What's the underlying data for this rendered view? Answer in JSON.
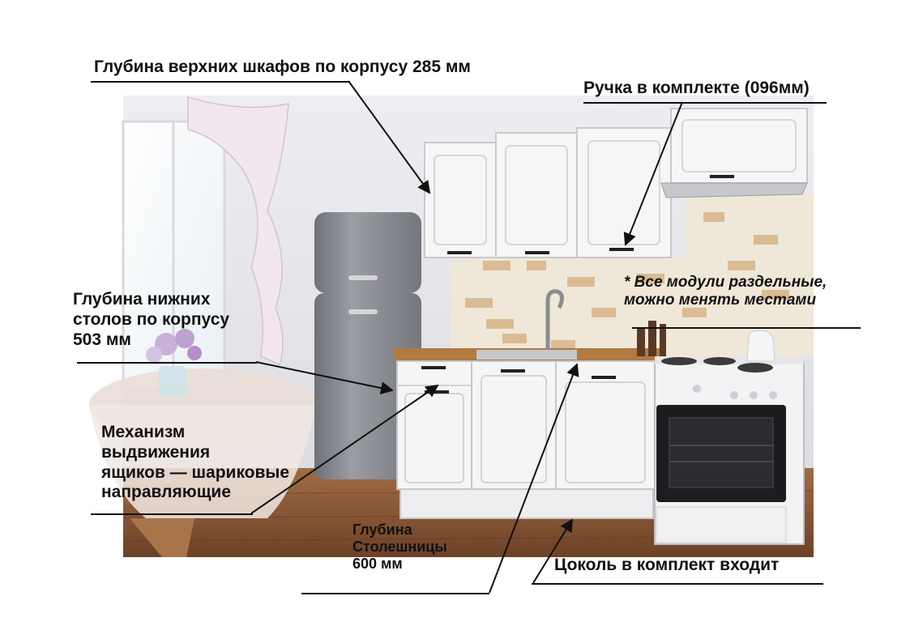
{
  "annotations": {
    "upper_depth": "Глубина верхних шкафов по корпусу 285 мм",
    "handle": "Ручка в комплекте (096мм)",
    "modules_note": "* Все модули раздельные,\nможно менять местами",
    "lower_depth": "Глубина нижних\nстолов по корпусу\n503 мм",
    "drawer_mechanism": "Механизм\nвыдвижения\nящиков — шариковые\nнаправляющие",
    "countertop_depth": "Глубина\nСтолешницы\n600 мм",
    "plinth": "Цоколь в комплект входит"
  },
  "colors": {
    "cabinet": "#f4f4f5",
    "countertop": "#b07a42",
    "floor": "#8a5a38",
    "wall": "#e3e3e8",
    "backsplash": "#efe8d8",
    "tile_accent": "#d8b488",
    "fridge": "#8a8d93"
  },
  "icons": {
    "fridge": "fridge-icon",
    "oven": "oven-icon",
    "faucet": "faucet-icon",
    "kettle": "kettle-icon"
  }
}
